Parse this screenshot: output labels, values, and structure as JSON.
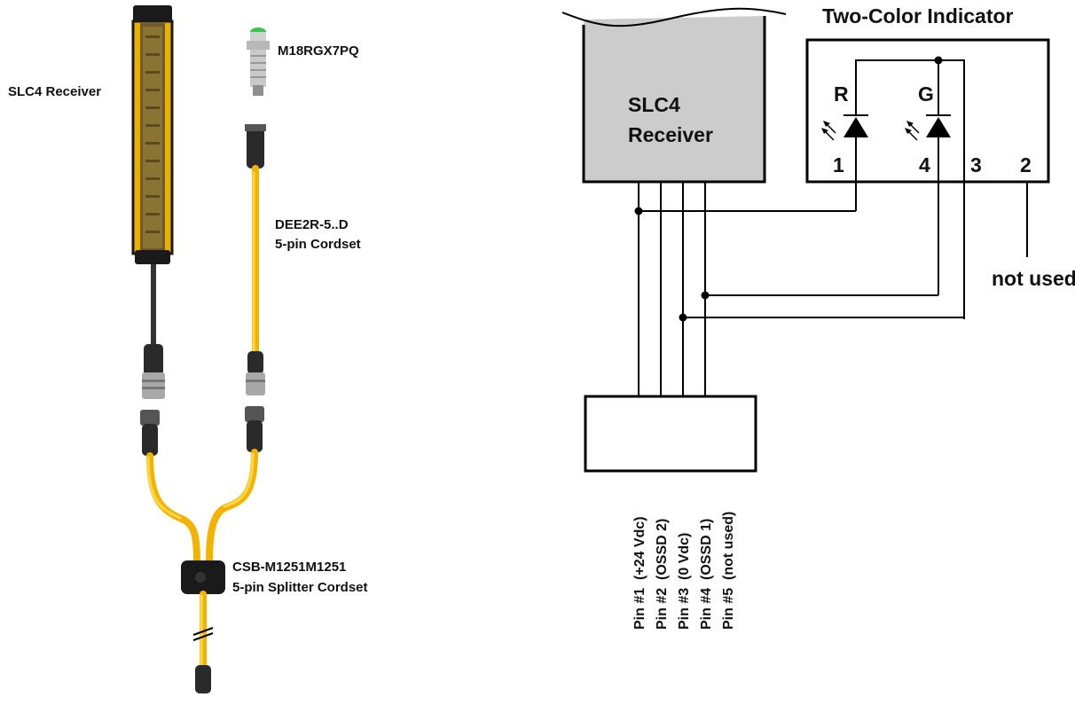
{
  "left_labels": {
    "receiver": "SLC4 Receiver",
    "indicator_model": "M18RGX7PQ",
    "cordset_model": "DEE2R-5..D",
    "cordset_desc": "5-pin Cordset",
    "splitter_model": "CSB-M1251M1251",
    "splitter_desc": "5-pin Splitter Cordset"
  },
  "schematic": {
    "receiver_line1": "SLC4",
    "receiver_line2": "Receiver",
    "indicator_title": "Two-Color Indicator",
    "led_red": "R",
    "led_green": "G",
    "terminals": [
      "1",
      "4",
      "3",
      "2"
    ],
    "not_used": "not used",
    "pins": [
      "Pin #1  (+24 Vdc)",
      "Pin #2  (OSSD 2)",
      "Pin #3  (0 Vdc)",
      "Pin #4  (OSSD 1)",
      "Pin #5  (not used)"
    ]
  },
  "colors": {
    "cable_yellow": "#f2b400",
    "receiver_fill": "#cccccc",
    "housing_black": "#1a1a1a",
    "indicator_green": "#39c54a"
  }
}
